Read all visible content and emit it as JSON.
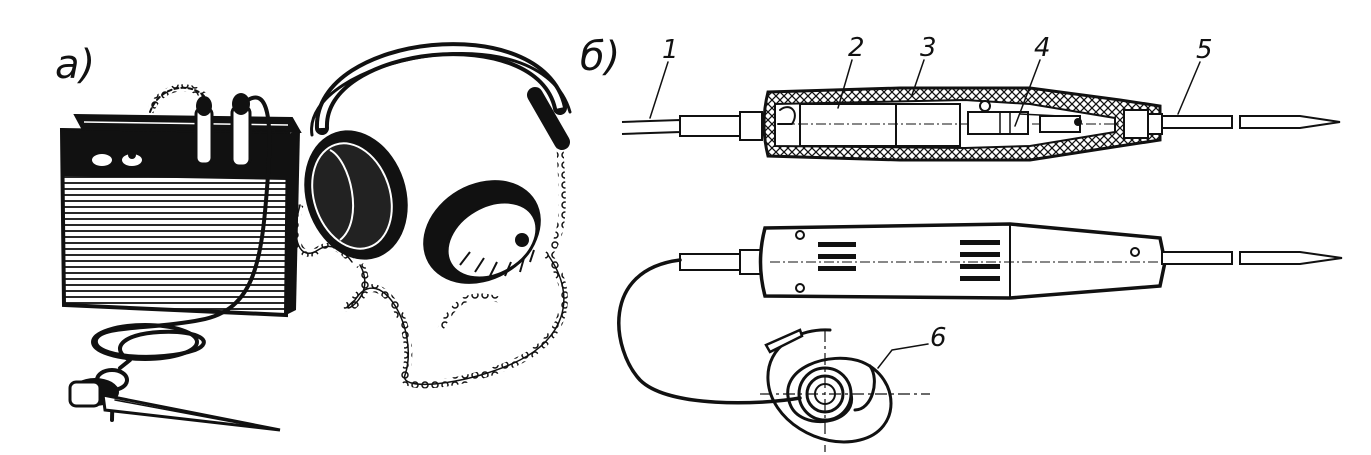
{
  "figure": {
    "panels": [
      {
        "id": "a",
        "label": "a)"
      },
      {
        "id": "b",
        "label": "б)"
      }
    ],
    "callouts": [
      {
        "label": "1"
      },
      {
        "label": "2"
      },
      {
        "label": "3"
      },
      {
        "label": "4"
      },
      {
        "label": "5"
      },
      {
        "label": "6"
      }
    ]
  }
}
